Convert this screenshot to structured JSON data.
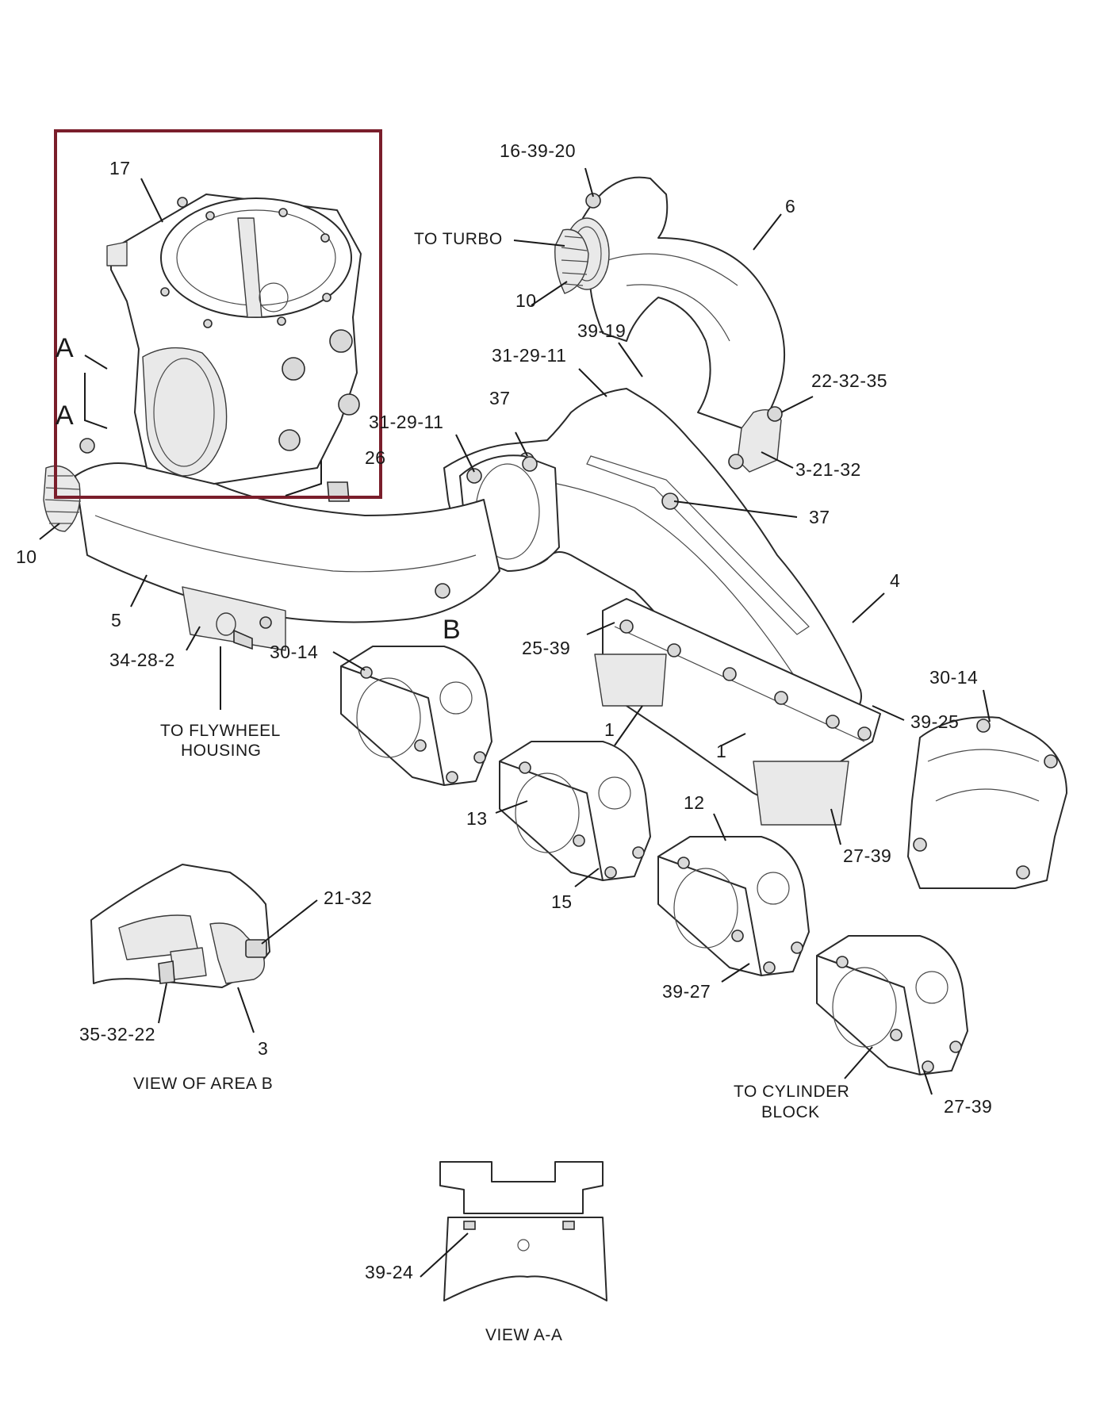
{
  "diagram": {
    "labels": {
      "l_16_39_20": "16-39-20",
      "l_to_turbo": "TO TURBO",
      "l_6": "6",
      "l_10_top": "10",
      "l_39_19": "39-19",
      "l_31_29_11_top": "31-29-11",
      "l_22_32_35": "22-32-35",
      "l_37_top": "37",
      "l_31_29_11_mid": "31-29-11",
      "l_3_21_32": "3-21-32",
      "l_17": "17",
      "l_A_top": "A",
      "l_A_bottom": "A",
      "l_26": "26",
      "l_37_right": "37",
      "l_10_left": "10",
      "l_4": "4",
      "l_5": "5",
      "l_B": "B",
      "l_34_28_2": "34-28-2",
      "l_30_14_left": "30-14",
      "l_25_39": "25-39",
      "l_to_flywheel_1": "TO FLYWHEEL",
      "l_to_flywheel_2": "HOUSING",
      "l_30_14_right": "30-14",
      "l_39_25": "39-25",
      "l_1_a": "1",
      "l_1_b": "1",
      "l_12": "12",
      "l_13": "13",
      "l_27_39_upper": "27-39",
      "l_15": "15",
      "l_21_32": "21-32",
      "l_39_27": "39-27",
      "l_35_32_22": "35-32-22",
      "l_3": "3",
      "l_view_b": "VIEW OF AREA B",
      "l_to_cyl_1": "TO CYLINDER",
      "l_to_cyl_2": "BLOCK",
      "l_27_39_lower": "27-39",
      "l_39_24": "39-24",
      "l_view_aa": "VIEW A-A"
    },
    "colors": {
      "highlight_box": "#7a1e2b",
      "line": "#1a1a1a",
      "shade": "#e9e9e9"
    }
  }
}
